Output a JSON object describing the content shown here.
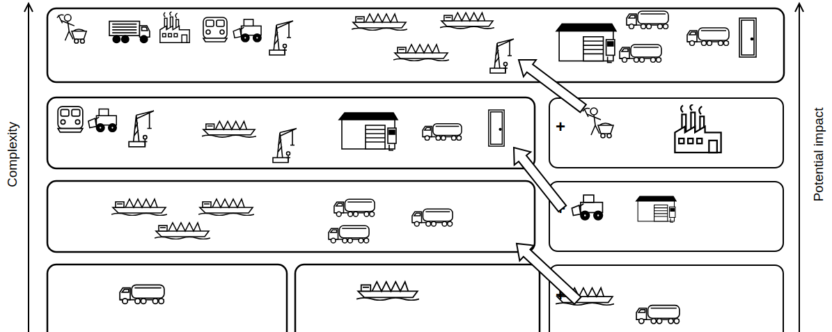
{
  "diagram": {
    "nodes": [
      {
        "text": [
          "+"
        ]
      },
      {
        "text": [
          "+"
        ]
      },
      {
        "text": [
          "+"
        ]
      }
    ],
    "labels": [
      "Complexity",
      "Potential impact"
    ]
  }
}
